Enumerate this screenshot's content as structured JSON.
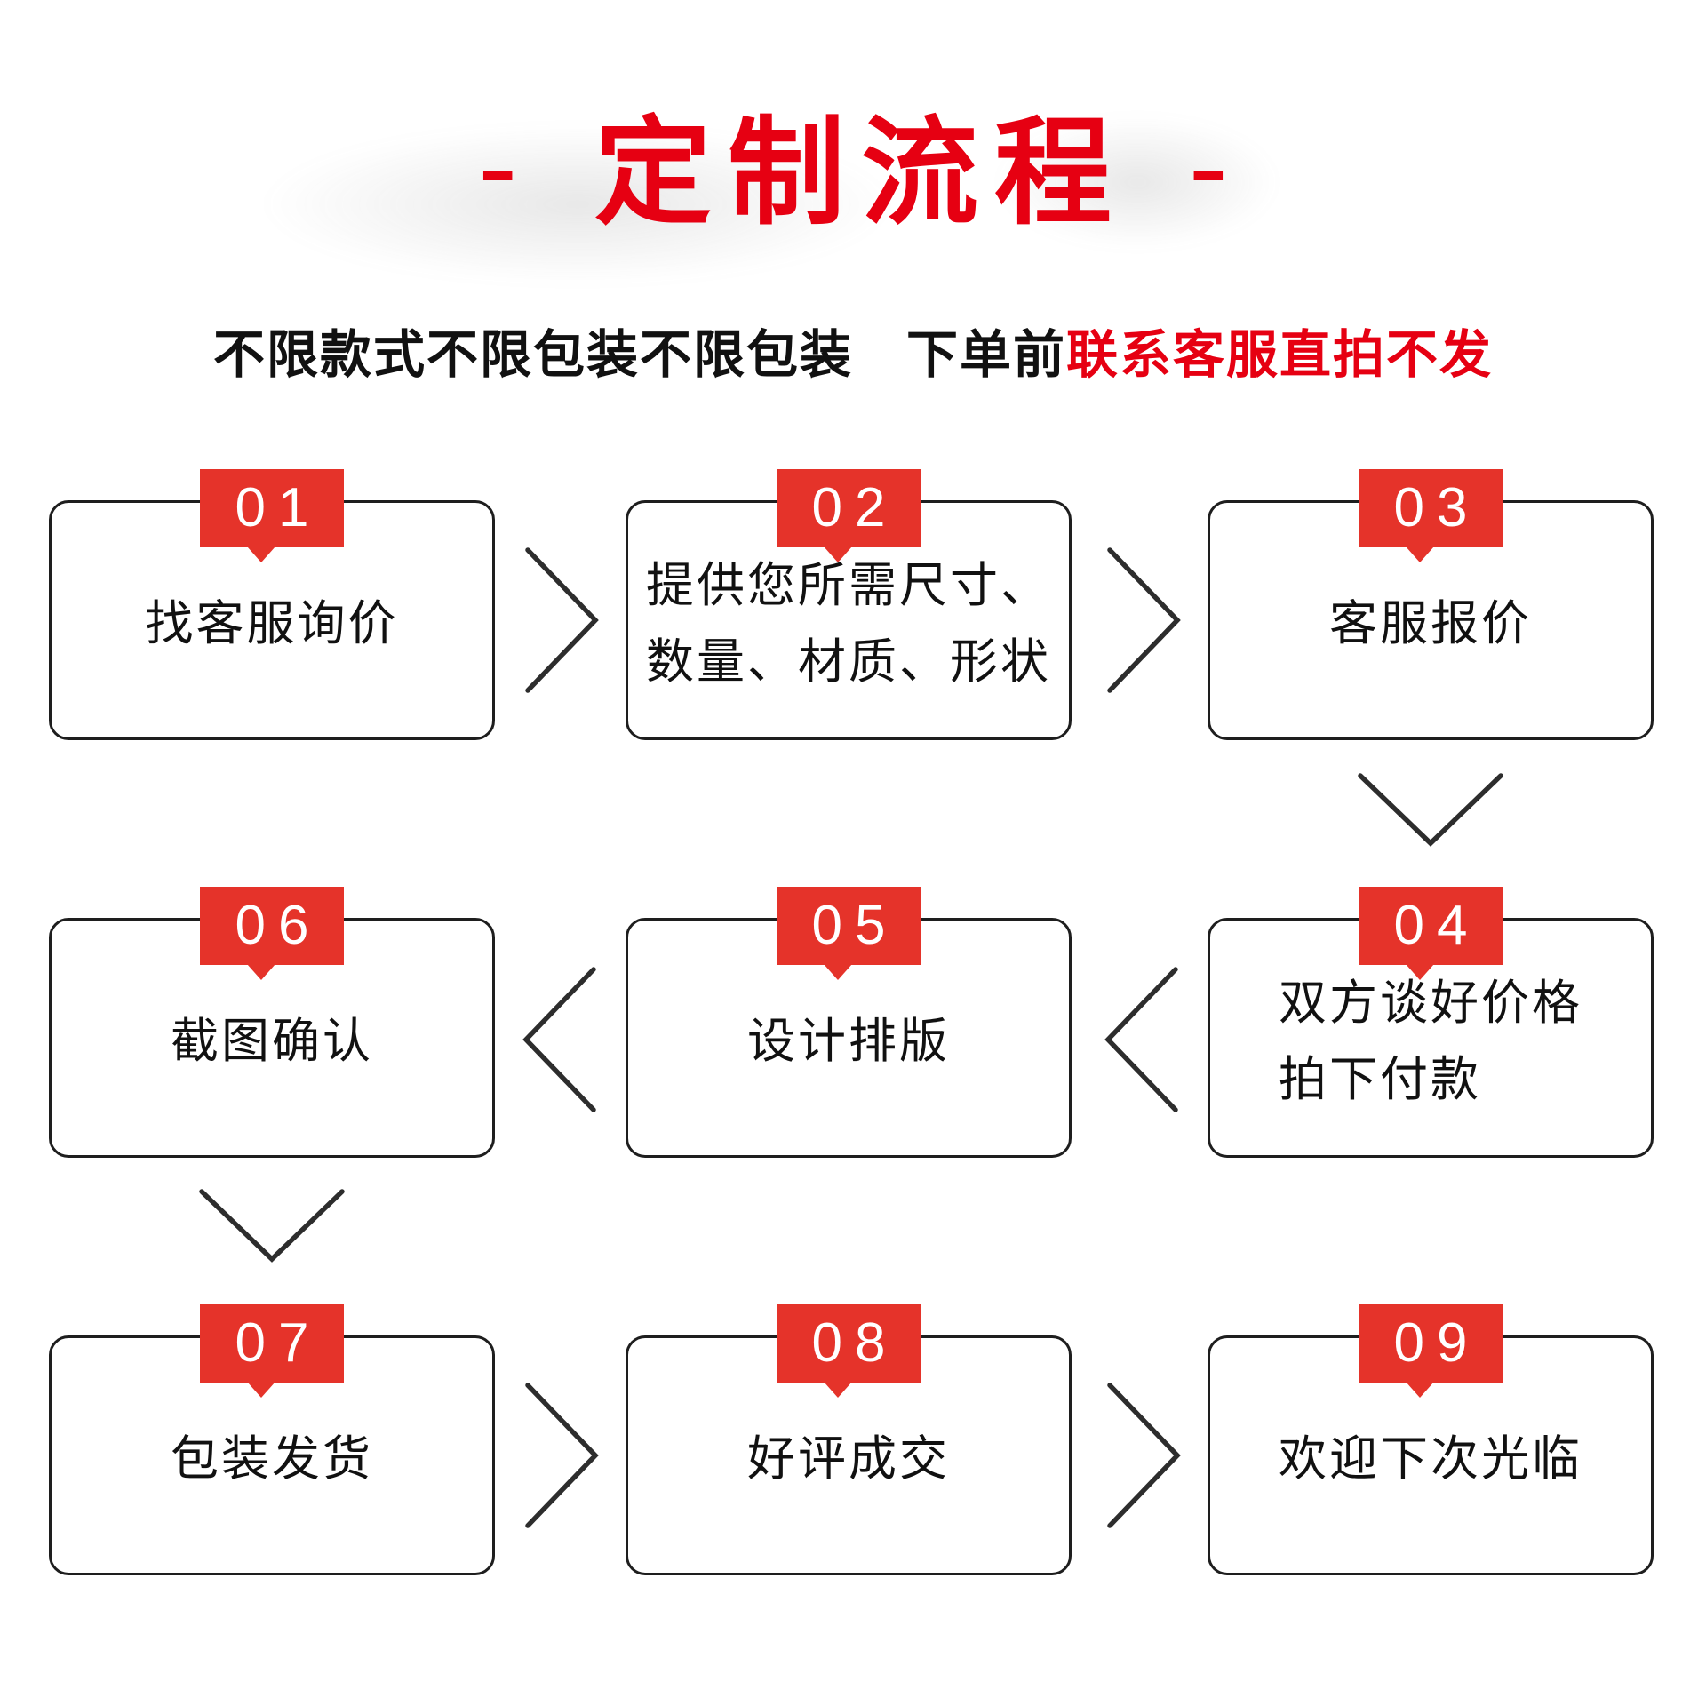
{
  "title": {
    "dash_left": "-",
    "text": "定制流程",
    "dash_right": "-"
  },
  "subtitle": {
    "black_text": "不限款式不限包装不限包装　下单前",
    "red_text": "联系客服直拍不发"
  },
  "steps": [
    {
      "number": "01",
      "label": "找客服询价"
    },
    {
      "number": "02",
      "label": "提供您所需尺寸、\n数量、材质、形状"
    },
    {
      "number": "03",
      "label": "客服报价"
    },
    {
      "number": "04",
      "label": "双方谈好价格\n拍下付款"
    },
    {
      "number": "05",
      "label": "设计排版"
    },
    {
      "number": "06",
      "label": "截图确认"
    },
    {
      "number": "07",
      "label": "包装发货"
    },
    {
      "number": "08",
      "label": "好评成交"
    },
    {
      "number": "09",
      "label": "欢迎下次光临"
    }
  ],
  "colors": {
    "accent_red": "#e60012",
    "badge_red": "#e5332a",
    "box_border": "#1e1e1e",
    "arrow_line": "#2d2d2d",
    "background": "#ffffff"
  }
}
